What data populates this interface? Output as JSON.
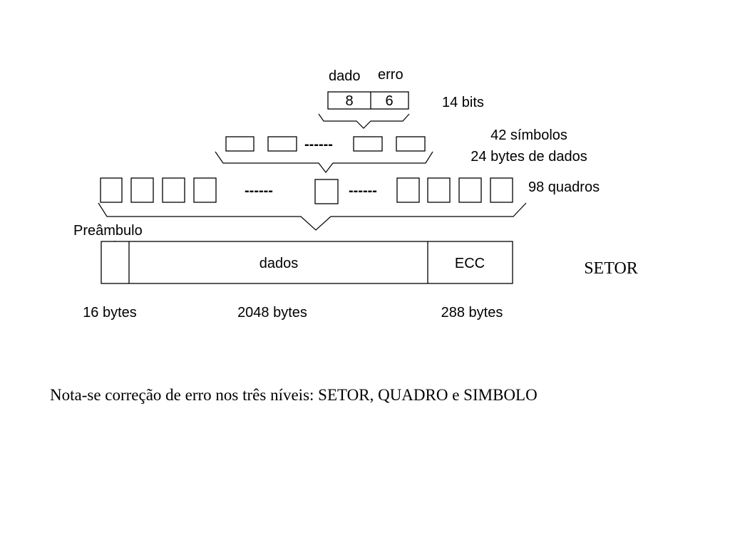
{
  "symbol": {
    "data_label": "dado",
    "error_label": "erro",
    "data_bits": "8",
    "error_bits": "6",
    "total": "14 bits"
  },
  "frame": {
    "ellipsis": "------",
    "symbols_count": "42 símbolos",
    "data_bytes": "24 bytes de dados"
  },
  "sector_frames": {
    "ellipsis": "------",
    "count": "98 quadros"
  },
  "sector": {
    "preamble_label": "Preâmbulo",
    "data_label": "dados",
    "ecc_label": "ECC",
    "title": "SETOR",
    "preamble_size": "16 bytes",
    "data_size": "2048 bytes",
    "ecc_size": "288 bytes"
  },
  "note": {
    "text": "Nota-se correção de erro nos três níveis:  SETOR, QUADRO e SIMBOLO",
    "color": "#ff3300"
  }
}
